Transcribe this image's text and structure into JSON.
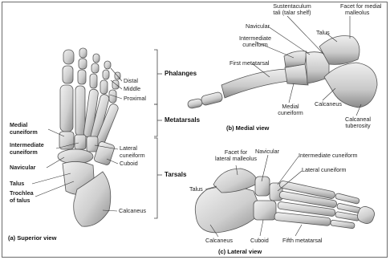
{
  "captions": {
    "superior": "(a) Superior view",
    "medial": "(b) Medial view",
    "lateral": "(c) Lateral view"
  },
  "groups": {
    "phalanges": "Phalanges",
    "metatarsals": "Metatarsals",
    "tarsals": "Tarsals"
  },
  "superior_labels": {
    "distal": "Distal",
    "middle": "Middle",
    "proximal": "Proximal",
    "medial_cuneiform": [
      "Medial",
      "cuneiform"
    ],
    "intermediate_cuneiform": [
      "Intermediate",
      "cuneiform"
    ],
    "navicular": "Navicular",
    "talus": "Talus",
    "trochlea": [
      "Trochlea",
      "of talus"
    ],
    "lateral_cuneiform": [
      "Lateral",
      "cuneiform"
    ],
    "cuboid": "Cuboid",
    "calcaneus": "Calcaneus"
  },
  "medial_labels": {
    "sustentaculum": [
      "Sustentaculum",
      "tali (talar shelf)"
    ],
    "navicular": "Navicular",
    "facet_medial": [
      "Facet for medial",
      "malleolus"
    ],
    "talus": "Talus",
    "intermediate_cuneiform": [
      "Intermediate",
      "cuneiform"
    ],
    "first_metatarsal": "First metatarsal",
    "medial_cuneiform": [
      "Medial",
      "cuneiform"
    ],
    "calcaneus": "Calcaneus",
    "calcaneal_tuberosity": [
      "Calcaneal",
      "tuberosity"
    ]
  },
  "lateral_labels": {
    "facet_lateral": [
      "Facet for",
      "lateral malleolus"
    ],
    "navicular": "Navicular",
    "intermediate_cuneiform": "Intermediate cuneiform",
    "lateral_cuneiform": "Lateral cuneiform",
    "talus": "Talus",
    "calcaneus": "Calcaneus",
    "cuboid": "Cuboid",
    "fifth_metatarsal": "Fifth metatarsal"
  },
  "colors": {
    "bone_fill": "#d9d9d9",
    "bone_shade": "#9a9a9a",
    "bone_outline": "#555555",
    "leader": "#333333",
    "bracket": "#444444"
  }
}
